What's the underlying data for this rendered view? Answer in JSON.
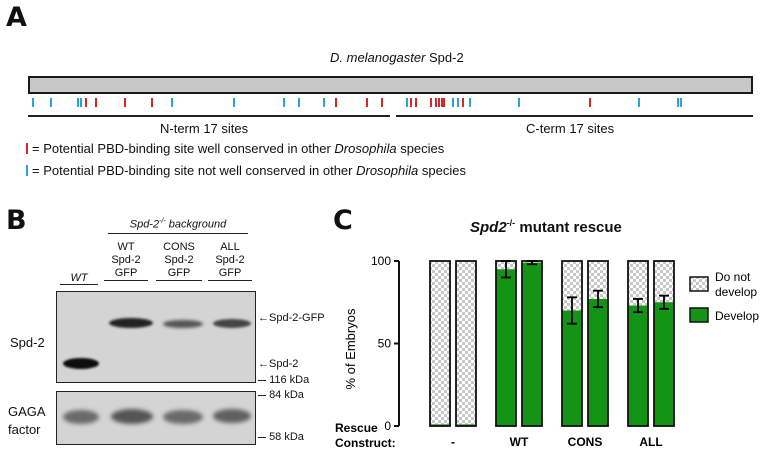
{
  "panel_a": {
    "letter": "A",
    "title_italic": "D. melanogaster",
    "title_rest": " Spd-2",
    "sites_red": [
      85,
      95,
      124,
      151,
      335,
      366,
      381,
      410,
      415,
      430,
      435,
      438,
      441,
      443,
      462,
      589
    ],
    "sites_blue": [
      32,
      50,
      77,
      80,
      171,
      233,
      283,
      298,
      323,
      406,
      452,
      457,
      469,
      518,
      638,
      677,
      680
    ],
    "nterm_label": "N-term 17 sites",
    "cterm_label": "C-term 17 sites",
    "legend_red_pre": "= Potential PBD-binding site well conserved in other ",
    "legend_blue_pre": "= Potential PBD-binding site not well conserved in other ",
    "legend_italic": "Drosophila",
    "legend_post": " species",
    "red_color": "#d62728",
    "blue_color": "#29a3d9"
  },
  "panel_b": {
    "letter": "B",
    "background_prefix": "Spd-2",
    "background_sup": "-/-",
    "background_suffix": " background",
    "lane_wt": "WT",
    "lane_groups": [
      {
        "l1": "WT",
        "l2": "Spd-2",
        "l3": "GFP"
      },
      {
        "l1": "CONS",
        "l2": "Spd-2",
        "l3": "GFP"
      },
      {
        "l1": "ALL",
        "l2": "Spd-2",
        "l3": "GFP"
      }
    ],
    "row_spd2": "Spd-2",
    "row_gaga_1": "GAGA",
    "row_gaga_2": "factor",
    "label_spd2gfp": "Spd-2-GFP",
    "label_spd2": "Spd-2",
    "marker_116": "116 kDa",
    "marker_84": "84 kDa",
    "marker_58": "58 kDa",
    "arrow": "←"
  },
  "panel_c": {
    "letter": "C",
    "title_italic": "Spd2",
    "title_sup": "-/-",
    "title_rest": "  mutant rescue",
    "legend": [
      {
        "label_1": "Do not",
        "label_2": "develop"
      },
      {
        "label_1": "Develop",
        "label_2": ""
      }
    ],
    "rescue_label_1": "Rescue",
    "rescue_label_2": "Construct:",
    "develop_color": "#149414"
  },
  "chart_data": {
    "type": "bar",
    "stacked": true,
    "ylabel": "% of Embryos",
    "ylim": [
      0,
      100
    ],
    "yticks": [
      "0",
      "50",
      "100"
    ],
    "groups": [
      "-",
      "WT",
      "CONS",
      "ALL"
    ],
    "bars_per_group": 2,
    "series": [
      {
        "name": "Develop",
        "values": [
          1,
          1,
          95,
          99,
          70,
          77,
          73,
          75
        ],
        "errors": [
          0,
          0,
          5,
          1,
          8,
          5,
          4,
          4
        ]
      },
      {
        "name": "Do not develop",
        "values": [
          99,
          99,
          5,
          1,
          30,
          23,
          27,
          25
        ]
      }
    ]
  }
}
